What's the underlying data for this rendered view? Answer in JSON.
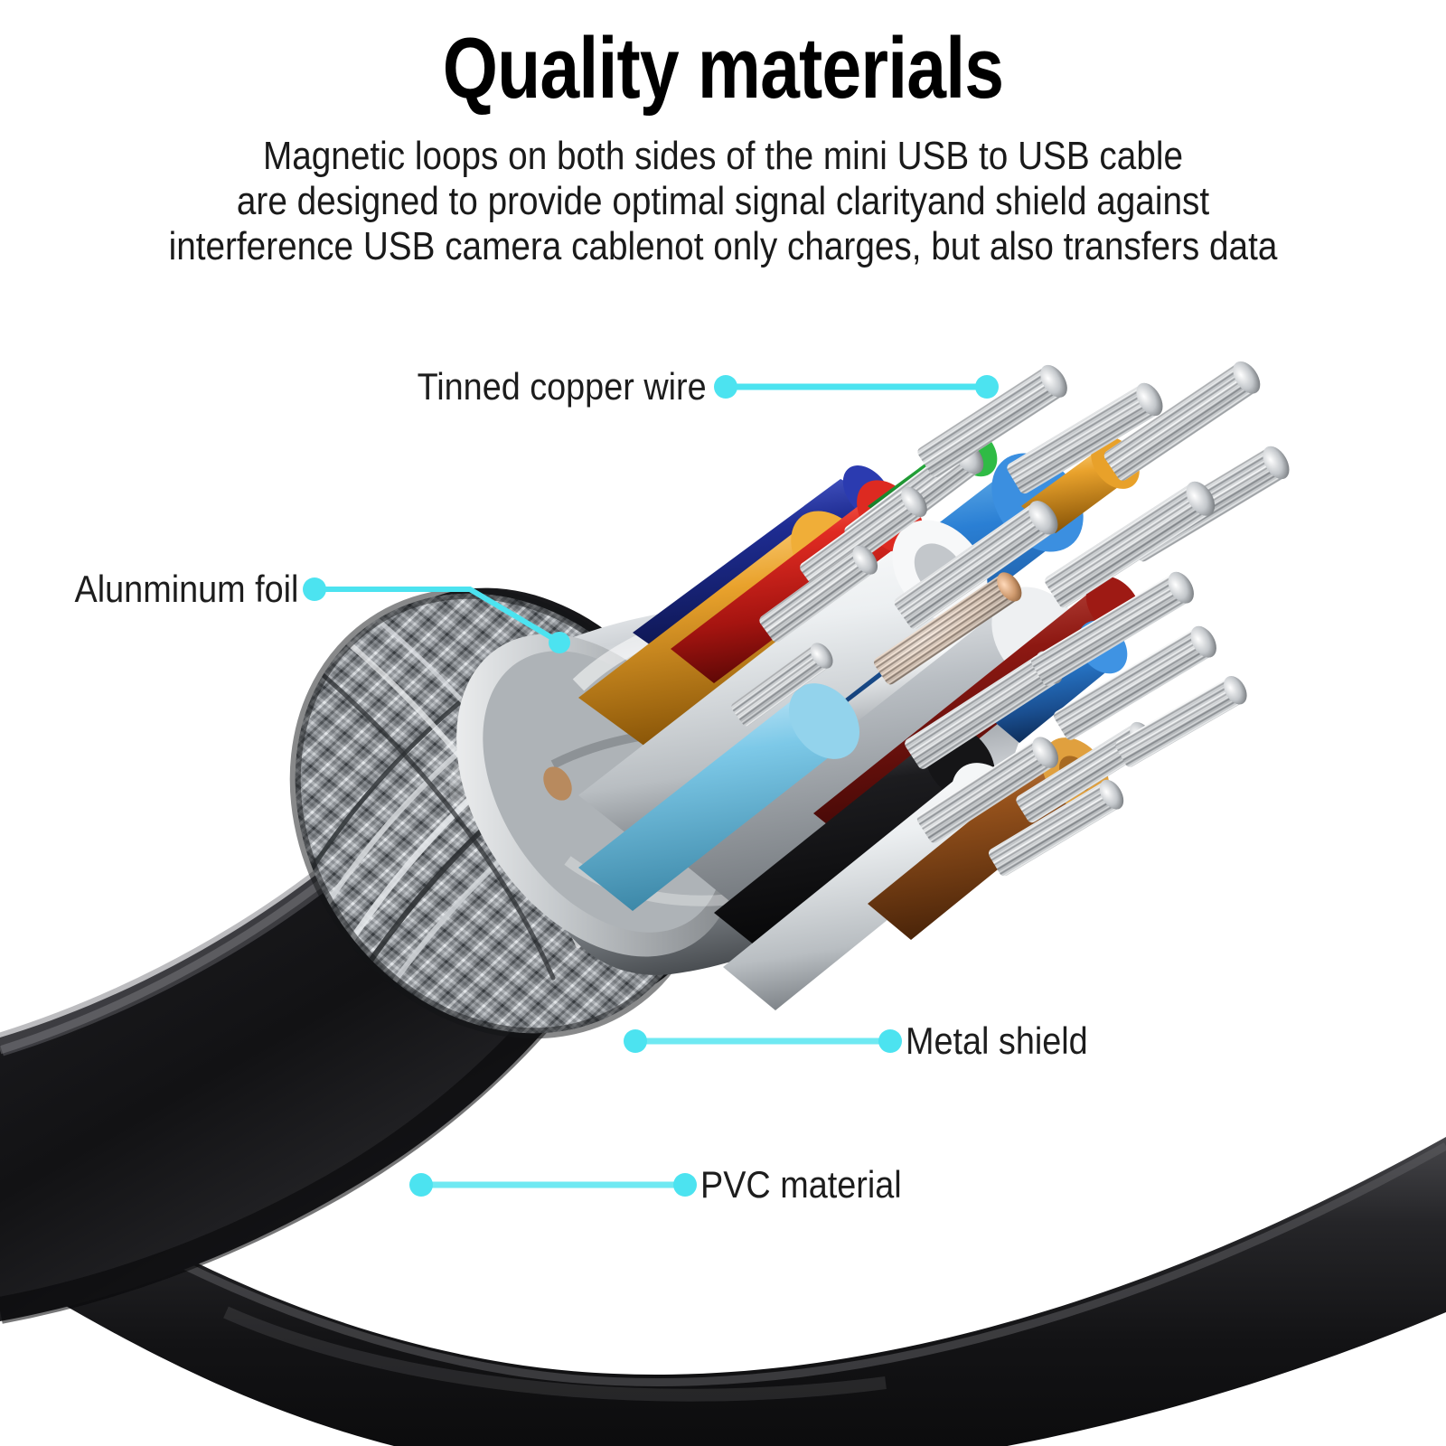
{
  "header": {
    "title": "Quality materials",
    "subtitle_lines": [
      "Magnetic loops on both sides of the mini USB to USB cable",
      "are designed to provide optimal signal clarityand shield against",
      "interference USB camera cablenot only charges, but also transfers data"
    ]
  },
  "callouts": [
    {
      "id": "tinned-copper-wire",
      "label": "Tinned copper wire"
    },
    {
      "id": "aluminum-foil",
      "label": "Alunminum foil"
    },
    {
      "id": "metal-shield",
      "label": "Metal shield"
    },
    {
      "id": "pvc-material",
      "label": "PVC material"
    }
  ],
  "colors": {
    "accent_cyan": "#4CE3F0",
    "background": "#FFFFFF",
    "text": "#1A1A1A",
    "jacket_black": "#1C1C1E",
    "jacket_black_dark": "#0B0B0C",
    "shield_silver": "#BFC3C6",
    "foil_silver": "#C9CCCF"
  },
  "diagram": {
    "subject": "usb-cable-cutaway",
    "layers": [
      "PVC material",
      "Metal shield",
      "Alunminum foil",
      "Tinned copper wire"
    ],
    "inner_wire_colors": [
      "#D42424",
      "#1F8F33",
      "#2E86DE",
      "#E8A12A",
      "#111111",
      "#FFFFFF",
      "#8A4A18",
      "#2033A0",
      "#7FCBE8",
      "#8E1414",
      "#B8BCC0"
    ]
  }
}
